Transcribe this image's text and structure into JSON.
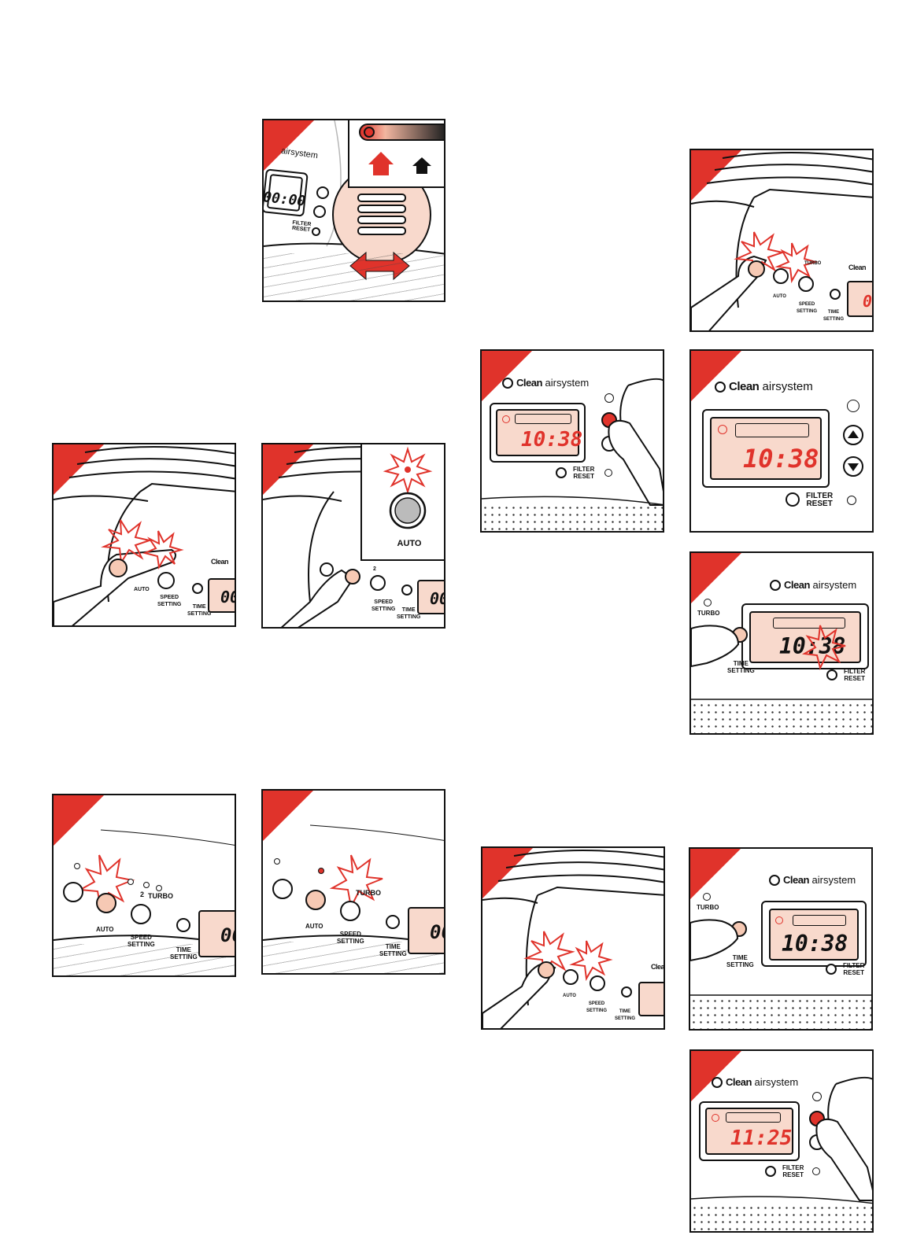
{
  "brand": {
    "bold": "Clean",
    "rest": "airsystem"
  },
  "labels": {
    "filter_reset_1": "FILTER",
    "filter_reset_2": "RESET",
    "auto": "AUTO",
    "speed_setting_1": "SPEED",
    "speed_setting_2": "SETTING",
    "time_setting_1": "TIME",
    "time_setting_2": "SETTING",
    "turbo": "TURBO",
    "speed_2": "2"
  },
  "times": {
    "zero": "00:00",
    "zero_short": "00",
    "t1038": "10:38",
    "t1125": "11:25"
  },
  "colors": {
    "accent": "#e0332b",
    "pink": "#f6c9b4",
    "lcd": "#f8d9cc",
    "ink": "#111111"
  },
  "icons": [
    "house-icon",
    "finger-icon",
    "flash-icon",
    "clock-icon",
    "arrow-up-icon",
    "arrow-down-icon",
    "double-arrow-icon",
    "logo-icon"
  ]
}
